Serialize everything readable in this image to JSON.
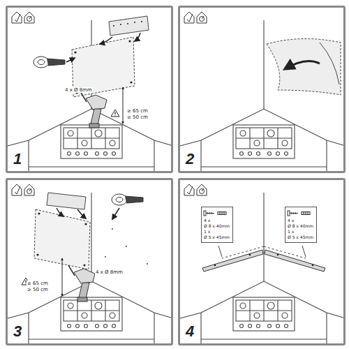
{
  "diagram": {
    "nodes": [
      {
        "text": [
          "1"
        ]
      },
      {
        "text": [
          "2"
        ]
      },
      {
        "text": [
          "3"
        ]
      },
      {
        "text": [
          "4"
        ]
      },
      {
        "text": [
          "4 x",
          "Ø 8 x 40mm",
          "1 x",
          "Ø 5 x 45mm"
        ],
        "in": 3
      },
      {
        "text": [
          "4 x",
          "Ø 8 x 40mm",
          "1 x",
          "Ø 5 x 45mm"
        ],
        "in": 3
      }
    ],
    "labels": [
      "4 x Ø 8mm",
      "≥ 65 cm",
      "≥ 50 cm",
      "4 x Ø 8mm",
      "≥ 65 cm",
      "≥ 50 cm"
    ]
  }
}
